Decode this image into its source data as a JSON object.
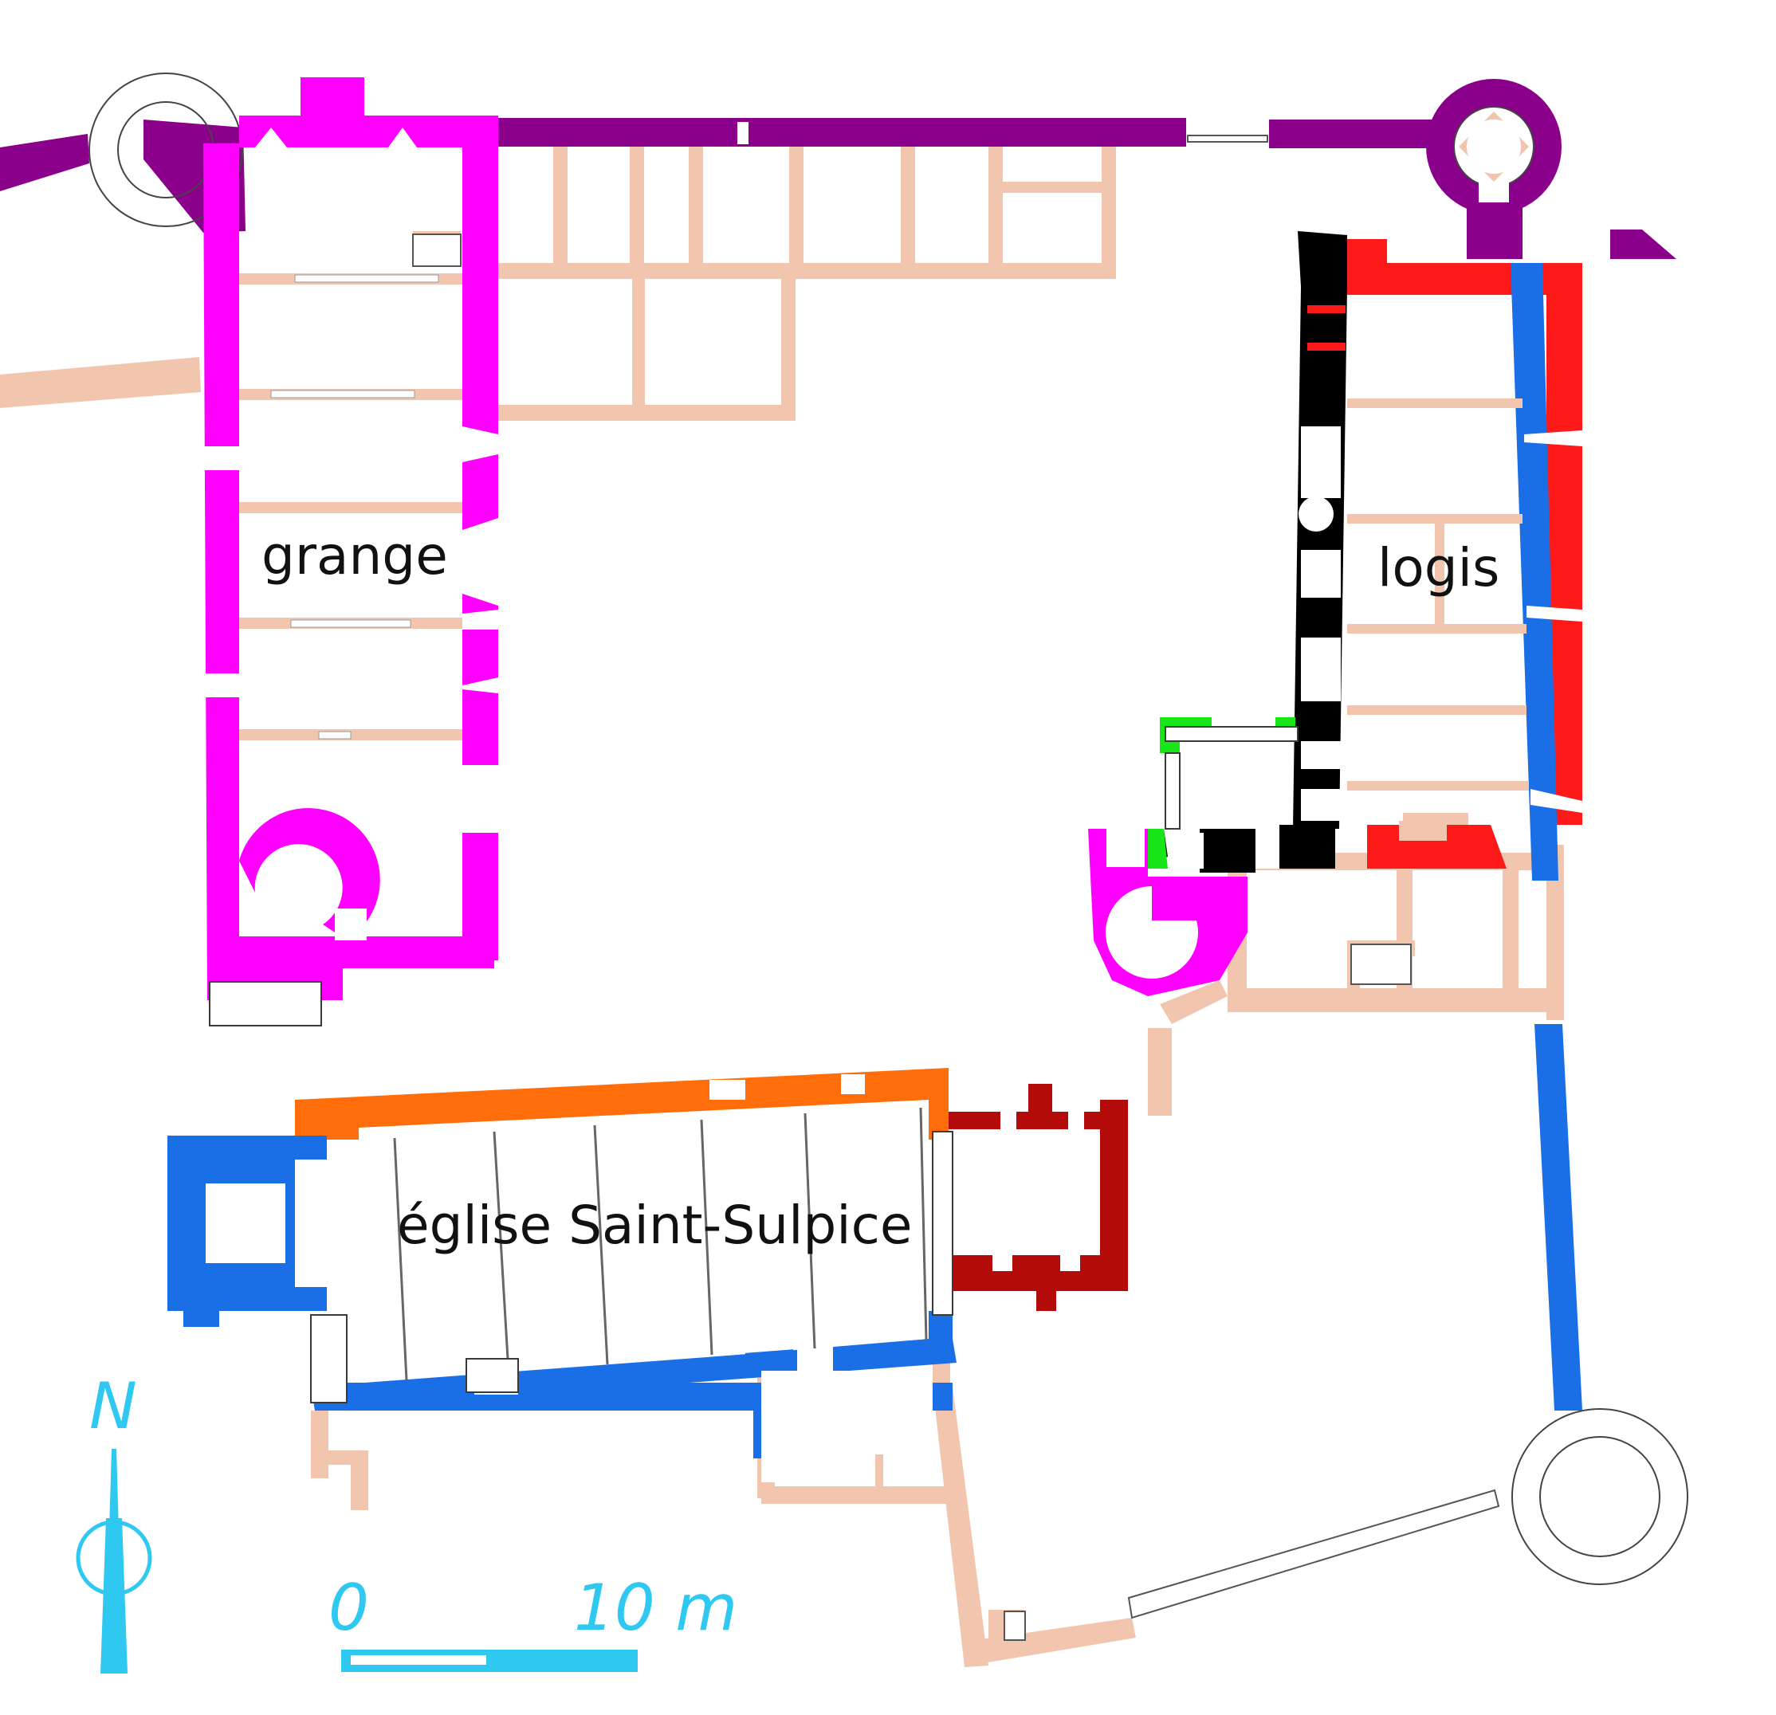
{
  "labels": {
    "grange": "grange",
    "logis": "logis",
    "eglise": "église Saint-Sulpice"
  },
  "north": {
    "letter": "N"
  },
  "scale": {
    "start": "0",
    "end": "10 m"
  },
  "colors": {
    "purple": "#8b008b",
    "magenta": "#ff00ff",
    "tan": "#f2c6ae",
    "red": "#ff1a1a",
    "blue": "#1a6fe6",
    "black": "#000000",
    "green": "#19e619",
    "orange": "#ff6e0a",
    "darkred": "#b30a0a",
    "cyan": "#2ec8f0"
  }
}
